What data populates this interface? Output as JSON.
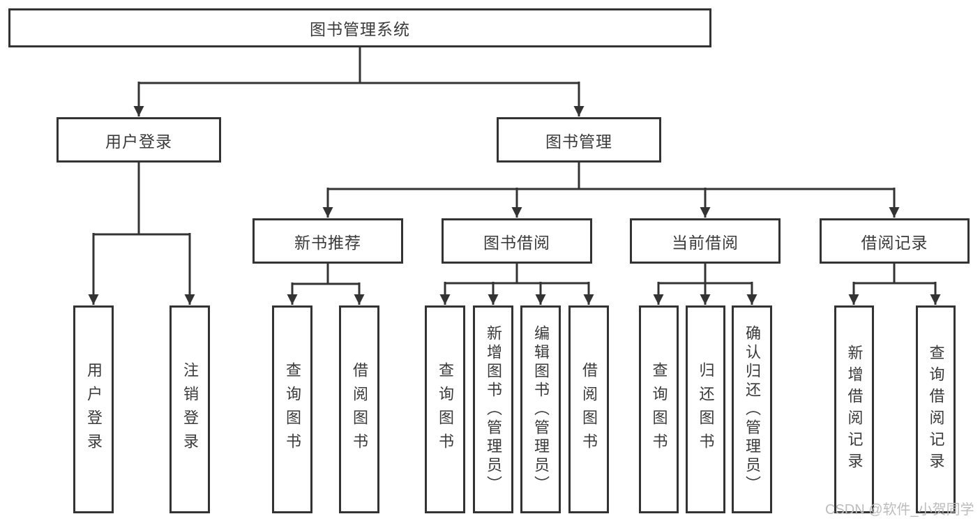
{
  "colors": {
    "line": "#333333",
    "text": "#3a3a3a",
    "watermark": "#bcbcbc",
    "background": "#ffffff"
  },
  "watermark": {
    "text": "CSDN @软件_小贺同学"
  },
  "tree": {
    "label": "图书管理系统",
    "children": [
      {
        "label": "用户登录",
        "children": [
          {
            "label": "用户登录"
          },
          {
            "label": "注销登录"
          }
        ]
      },
      {
        "label": "图书管理",
        "children": [
          {
            "label": "新书推荐",
            "children": [
              {
                "label": "查询图书"
              },
              {
                "label": "借阅图书"
              }
            ]
          },
          {
            "label": "图书借阅",
            "children": [
              {
                "label": "查询图书"
              },
              {
                "label": "新增图书（管理员）"
              },
              {
                "label": "编辑图书（管理员）"
              },
              {
                "label": "借阅图书"
              }
            ]
          },
          {
            "label": "当前借阅",
            "children": [
              {
                "label": "查询图书"
              },
              {
                "label": "归还图书"
              },
              {
                "label": "确认归还（管理员）"
              }
            ]
          },
          {
            "label": "借阅记录",
            "children": [
              {
                "label": "新增借阅记录"
              },
              {
                "label": "查询借阅记录"
              }
            ]
          }
        ]
      }
    ]
  }
}
